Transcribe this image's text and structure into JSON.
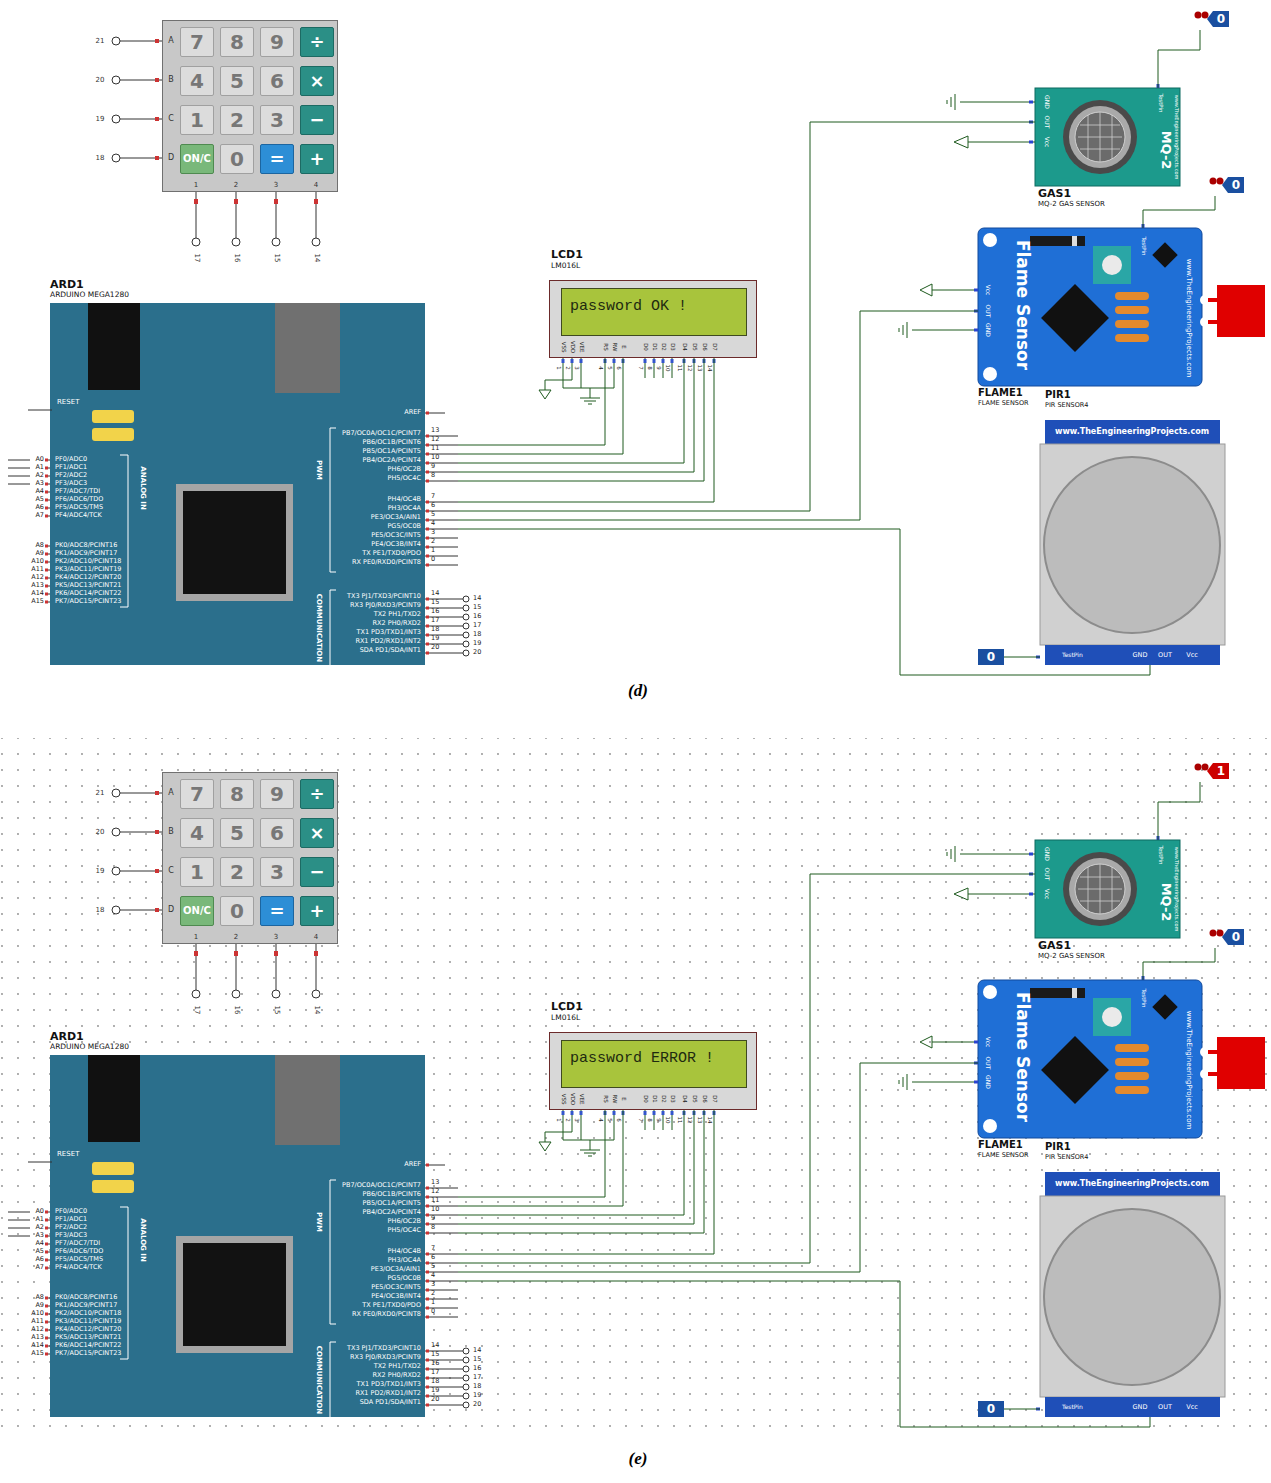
{
  "diagram": {
    "nodes": [
      {
        "text": [
          "7",
          "8",
          "9",
          "÷",
          "4",
          "5",
          "6",
          "×",
          "1",
          "2",
          "3",
          "−",
          "ON/C",
          "0",
          "=",
          "+"
        ]
      },
      {
        "text": [
          "ARD1",
          "ARDUINO MEGA1280"
        ]
      },
      {
        "text": [
          "LCD1",
          "LM016L"
        ]
      },
      {
        "text": [
          "password OK !"
        ],
        "in": 2
      },
      {
        "text": [
          "GAS1",
          "MQ-2 GAS SENSOR"
        ]
      },
      {
        "text": [
          "FLAME1",
          "FLAME SENSOR"
        ]
      },
      {
        "text": [
          "PIR1",
          "PIR SENSOR4"
        ]
      },
      {
        "text": [
          "0"
        ]
      },
      {
        "text": [
          "0"
        ]
      },
      {
        "text": [
          "0"
        ]
      },
      {
        "text": [
          "7",
          "8",
          "9",
          "÷",
          "4",
          "5",
          "6",
          "×",
          "1",
          "2",
          "3",
          "−",
          "ON/C",
          "0",
          "=",
          "+"
        ]
      },
      {
        "text": [
          "ARD1",
          "ARDUINO MEGA1280"
        ]
      },
      {
        "text": [
          "LCD1",
          "LM016L"
        ]
      },
      {
        "text": [
          "password ERROR !"
        ],
        "in": 12
      },
      {
        "text": [
          "GAS1",
          "MQ-2 GAS SENSOR"
        ]
      },
      {
        "text": [
          "FLAME1",
          "FLAME SENSOR"
        ]
      },
      {
        "text": [
          "PIR1",
          "PIR SENSOR4"
        ]
      },
      {
        "text": [
          "1"
        ]
      },
      {
        "text": [
          "0"
        ]
      },
      {
        "text": [
          "0"
        ]
      }
    ],
    "edges": [
      {
        "from": 1,
        "to": 2,
        "arrow": "none"
      },
      {
        "from": 1,
        "to": 2,
        "arrow": "none"
      },
      {
        "from": 1,
        "to": 2,
        "arrow": "none"
      },
      {
        "from": 1,
        "to": 2,
        "arrow": "none"
      },
      {
        "from": 1,
        "to": 2,
        "arrow": "none"
      },
      {
        "from": 1,
        "to": 2,
        "arrow": "none"
      },
      {
        "from": 1,
        "to": 4,
        "arrow": "none"
      },
      {
        "from": 1,
        "to": 5,
        "arrow": "none"
      },
      {
        "from": 1,
        "to": 6,
        "arrow": "none"
      },
      {
        "from": 7,
        "to": 4,
        "arrow": "none"
      },
      {
        "from": 8,
        "to": 5,
        "arrow": "none"
      },
      {
        "from": 9,
        "to": 6,
        "arrow": "none"
      },
      {
        "from": 11,
        "to": 12,
        "arrow": "none"
      },
      {
        "from": 11,
        "to": 12,
        "arrow": "none"
      },
      {
        "from": 11,
        "to": 12,
        "arrow": "none"
      },
      {
        "from": 11,
        "to": 12,
        "arrow": "none"
      },
      {
        "from": 11,
        "to": 12,
        "arrow": "none"
      },
      {
        "from": 11,
        "to": 12,
        "arrow": "none"
      },
      {
        "from": 11,
        "to": 14,
        "arrow": "none"
      },
      {
        "from": 11,
        "to": 15,
        "arrow": "none"
      },
      {
        "from": 11,
        "to": 16,
        "arrow": "none"
      },
      {
        "from": 17,
        "to": 14,
        "arrow": "none"
      },
      {
        "from": 18,
        "to": 15,
        "arrow": "none"
      },
      {
        "from": 19,
        "to": 16,
        "arrow": "none"
      }
    ],
    "labels": [
      "A",
      "B",
      "C",
      "D",
      "21",
      "20",
      "19",
      "18",
      "1",
      "2",
      "3",
      "4",
      "17",
      "16",
      "15",
      "14",
      "RESET",
      "AREF",
      "PB7/OC0A/OC1C/PCINT7",
      "PB6/OC1B/PCINT6",
      "PB5/OC1A/PCINT5",
      "PB4/OC2A/PCINT4",
      "PH6/OC2B",
      "PH5/OC4C",
      "PH4/OC4B",
      "PH3/OC4A",
      "PE3/OC3A/AIN1",
      "PG5/OC0B",
      "PE5/OC3C/INT5",
      "PE4/OC3B/INT4",
      "TX PE1/TXD0/PDO",
      "RX PE0/RXD0/PCINT8",
      "TX3 PJ1/TXD3/PCINT10",
      "RX3 PJ0/RXD3/PCINT9",
      "TX2 PH1/TXD2",
      "RX2 PH0/RXD2",
      "TX1 PD3/TXD1/INT3",
      "RX1 PD2/RXD1/INT2",
      "SDA PD1/SDA/INT1",
      "13",
      "12",
      "11",
      "10",
      "9",
      "8",
      "7",
      "6",
      "5",
      "4",
      "3",
      "2",
      "1",
      "0",
      "14",
      "15",
      "16",
      "17",
      "18",
      "19",
      "20",
      "14",
      "15",
      "16",
      "17",
      "18",
      "19",
      "20",
      "PF0/ADC0",
      "PF1/ADC1",
      "PF2/ADC2",
      "PF3/ADC3",
      "PF7/ADC7/TDI",
      "PF6/ADC6/TDO",
      "PF5/ADC5/TMS",
      "PF4/ADC4/TCK",
      "PK0/ADC8/PCINT16",
      "PK1/ADC9/PCINT17",
      "PK2/ADC10/PCINT18",
      "PK3/ADC11/PCINT19",
      "PK4/ADC12/PCINT20",
      "PK5/ADC13/PCINT21",
      "PK6/ADC14/PCINT22",
      "PK7/ADC15/PCINT23",
      "A0",
      "A1",
      "A2",
      "A3",
      "A4",
      "A5",
      "A6",
      "A7",
      "A8",
      "A9",
      "A10",
      "A11",
      "A12",
      "A13",
      "A14",
      "A15",
      "ANALOG IN",
      "PWM",
      "COMMUNICATION",
      "VSS",
      "VDD",
      "VEE",
      "RS",
      "RW",
      "E",
      "D0",
      "D1",
      "D2",
      "D3",
      "D4",
      "D5",
      "D6",
      "D7",
      "1",
      "2",
      "3",
      "4",
      "5",
      "6",
      "7",
      "8",
      "9",
      "10",
      "11",
      "12",
      "13",
      "14",
      "GND",
      "OUT",
      "Vcc",
      "TestPin",
      "MQ-2",
      "www.TheEngineeringProjects.com",
      "Vcc",
      "OUT",
      "GND",
      "Flame Sensor",
      "www.TheEngineeringProjects.com",
      "TestPin",
      "www.TheEngineeringProjects.com",
      "GND",
      "OUT",
      "Vcc",
      "TestPin",
      "(d)",
      "A",
      "B",
      "C",
      "D",
      "21",
      "20",
      "19",
      "18",
      "1",
      "2",
      "3",
      "4",
      "17",
      "16",
      "15",
      "14",
      "RESET",
      "AREF",
      "PB7/OC0A/OC1C/PCINT7",
      "PB6/OC1B/PCINT6",
      "PB5/OC1A/PCINT5",
      "PB4/OC2A/PCINT4",
      "PH6/OC2B",
      "PH5/OC4C",
      "PH4/OC4B",
      "PH3/OC4A",
      "PE3/OC3A/AIN1",
      "PG5/OC0B",
      "PE5/OC3C/INT5",
      "PE4/OC3B/INT4",
      "TX PE1/TXD0/PDO",
      "RX PE0/RXD0/PCINT8",
      "TX3 PJ1/TXD3/PCINT10",
      "RX3 PJ0/RXD3/PCINT9",
      "TX2 PH1/TXD2",
      "RX2 PH0/RXD2",
      "TX1 PD3/TXD1/INT3",
      "RX1 PD2/RXD1/INT2",
      "SDA PD1/SDA/INT1",
      "13",
      "12",
      "11",
      "10",
      "9",
      "8",
      "7",
      "6",
      "5",
      "4",
      "3",
      "2",
      "1",
      "0",
      "14",
      "15",
      "16",
      "17",
      "18",
      "19",
      "20",
      "14",
      "15",
      "16",
      "17",
      "18",
      "19",
      "20",
      "PF0/ADC0",
      "PF1/ADC1",
      "PF2/ADC2",
      "PF3/ADC3",
      "PF7/ADC7/TDI",
      "PF6/ADC6/TDO",
      "PF5/ADC5/TMS",
      "PF4/ADC4/TCK",
      "PK0/ADC8/PCINT16",
      "PK1/ADC9/PCINT17",
      "PK2/ADC10/PCINT18",
      "PK3/ADC11/PCINT19",
      "PK4/ADC12/PCINT20",
      "PK5/ADC13/PCINT21",
      "PK6/ADC14/PCINT22",
      "PK7/ADC15/PCINT23",
      "A0",
      "A1",
      "A2",
      "A3",
      "A4",
      "A5",
      "A6",
      "A7",
      "A8",
      "A9",
      "A10",
      "A11",
      "A12",
      "A13",
      "A14",
      "A15",
      "ANALOG IN",
      "PWM",
      "COMMUNICATION",
      "VSS",
      "VDD",
      "VEE",
      "RS",
      "RW",
      "E",
      "D0",
      "D1",
      "D2",
      "D3",
      "D4",
      "D5",
      "D6",
      "D7",
      "1",
      "2",
      "3",
      "4",
      "5",
      "6",
      "7",
      "8",
      "9",
      "10",
      "11",
      "12",
      "13",
      "14",
      "GND",
      "OUT",
      "Vcc",
      "TestPin",
      "MQ-2",
      "www.TheEngineeringProjects.com",
      "Vcc",
      "OUT",
      "GND",
      "Flame Sensor",
      "www.TheEngineeringProjects.com",
      "TestPin",
      "www.TheEngineeringProjects.com",
      "GND",
      "OUT",
      "Vcc",
      "TestPin",
      "(e)"
    ]
  }
}
